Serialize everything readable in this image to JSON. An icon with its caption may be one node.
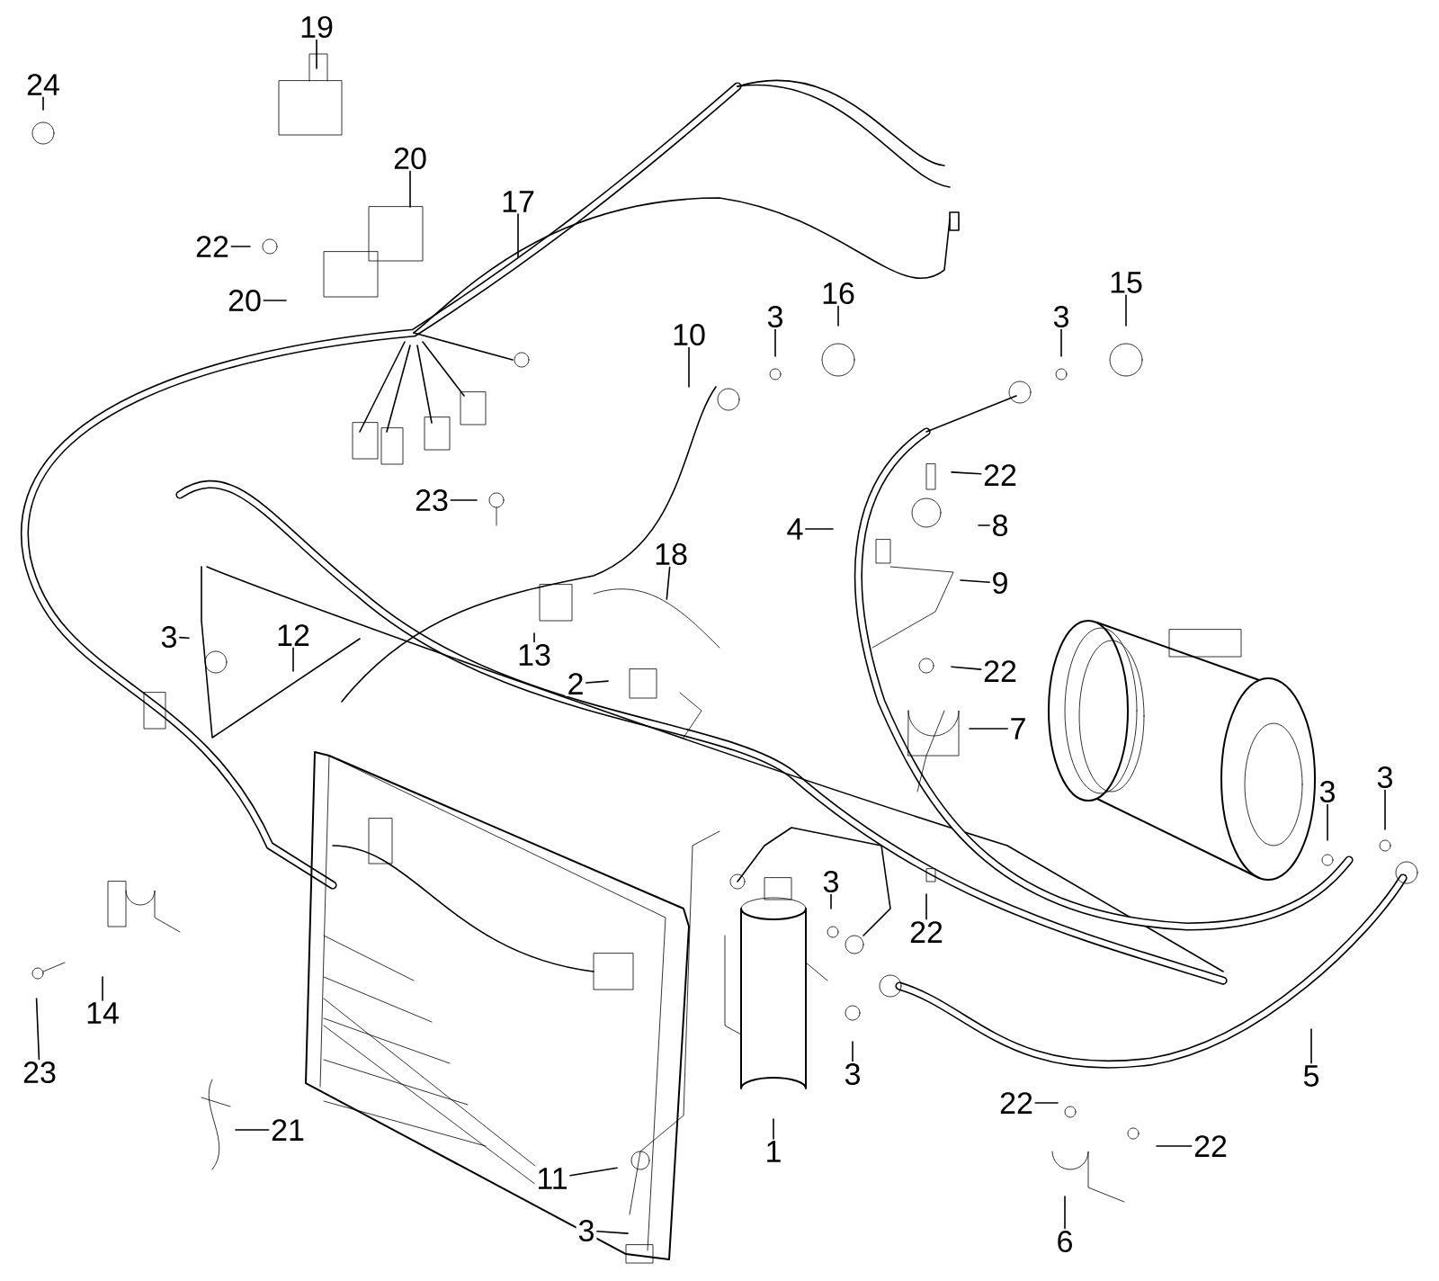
{
  "diagram": {
    "nodes": [
      {
        "text": [
          "24"
        ]
      },
      {
        "text": [
          "19"
        ]
      },
      {
        "text": [
          "20"
        ]
      },
      {
        "text": [
          "17"
        ]
      },
      {
        "text": [
          "22"
        ]
      },
      {
        "text": [
          "20"
        ]
      },
      {
        "text": [
          "10"
        ]
      },
      {
        "text": [
          "3"
        ]
      },
      {
        "text": [
          "16"
        ]
      },
      {
        "text": [
          "3"
        ]
      },
      {
        "text": [
          "15"
        ]
      },
      {
        "text": [
          "22"
        ]
      },
      {
        "text": [
          "8"
        ]
      },
      {
        "text": [
          "9"
        ]
      },
      {
        "text": [
          "4"
        ]
      },
      {
        "text": [
          "23"
        ]
      },
      {
        "text": [
          "18"
        ]
      },
      {
        "text": [
          "13"
        ]
      },
      {
        "text": [
          "3"
        ]
      },
      {
        "text": [
          "12"
        ]
      },
      {
        "text": [
          "2"
        ]
      },
      {
        "text": [
          "22"
        ]
      },
      {
        "text": [
          "7"
        ]
      },
      {
        "text": [
          "3"
        ]
      },
      {
        "text": [
          "3"
        ]
      },
      {
        "text": [
          "3"
        ]
      },
      {
        "text": [
          "22"
        ]
      },
      {
        "text": [
          "14"
        ]
      },
      {
        "text": [
          "23"
        ]
      },
      {
        "text": [
          "3"
        ]
      },
      {
        "text": [
          "5"
        ]
      },
      {
        "text": [
          "1"
        ]
      },
      {
        "text": [
          "21"
        ]
      },
      {
        "text": [
          "22"
        ]
      },
      {
        "text": [
          "22"
        ]
      },
      {
        "text": [
          "11"
        ]
      },
      {
        "text": [
          "3"
        ]
      },
      {
        "text": [
          "6"
        ]
      }
    ],
    "edges": [
      {
        "from": 0,
        "to": null,
        "arrow": "none"
      },
      {
        "from": 1,
        "to": null,
        "arrow": "none"
      },
      {
        "from": 2,
        "to": null,
        "arrow": "none"
      },
      {
        "from": 3,
        "to": null,
        "arrow": "none"
      },
      {
        "from": 4,
        "to": null,
        "arrow": "none"
      },
      {
        "from": 5,
        "to": null,
        "arrow": "none"
      },
      {
        "from": 6,
        "to": null,
        "arrow": "none"
      },
      {
        "from": 7,
        "to": null,
        "arrow": "none"
      },
      {
        "from": 8,
        "to": null,
        "arrow": "none"
      },
      {
        "from": 9,
        "to": null,
        "arrow": "none"
      },
      {
        "from": 10,
        "to": null,
        "arrow": "none"
      },
      {
        "from": 11,
        "to": null,
        "arrow": "none"
      },
      {
        "from": 12,
        "to": null,
        "arrow": "none"
      },
      {
        "from": 13,
        "to": null,
        "arrow": "none"
      },
      {
        "from": 14,
        "to": null,
        "arrow": "none"
      },
      {
        "from": 15,
        "to": null,
        "arrow": "none"
      },
      {
        "from": 16,
        "to": null,
        "arrow": "none"
      },
      {
        "from": 17,
        "to": null,
        "arrow": "none"
      },
      {
        "from": 18,
        "to": null,
        "arrow": "none"
      },
      {
        "from": 19,
        "to": null,
        "arrow": "none"
      },
      {
        "from": 20,
        "to": null,
        "arrow": "none"
      },
      {
        "from": 21,
        "to": null,
        "arrow": "none"
      },
      {
        "from": 22,
        "to": null,
        "arrow": "none"
      },
      {
        "from": 23,
        "to": null,
        "arrow": "none"
      },
      {
        "from": 24,
        "to": null,
        "arrow": "none"
      },
      {
        "from": 25,
        "to": null,
        "arrow": "none"
      },
      {
        "from": 26,
        "to": null,
        "arrow": "none"
      },
      {
        "from": 27,
        "to": null,
        "arrow": "none"
      },
      {
        "from": 28,
        "to": null,
        "arrow": "none"
      },
      {
        "from": 29,
        "to": null,
        "arrow": "none"
      },
      {
        "from": 30,
        "to": null,
        "arrow": "none"
      },
      {
        "from": 31,
        "to": null,
        "arrow": "none"
      },
      {
        "from": 32,
        "to": null,
        "arrow": "none"
      },
      {
        "from": 33,
        "to": null,
        "arrow": "none"
      },
      {
        "from": 34,
        "to": null,
        "arrow": "none"
      },
      {
        "from": 35,
        "to": null,
        "arrow": "none"
      },
      {
        "from": 36,
        "to": null,
        "arrow": "none"
      },
      {
        "from": 37,
        "to": null,
        "arrow": "none"
      }
    ]
  }
}
